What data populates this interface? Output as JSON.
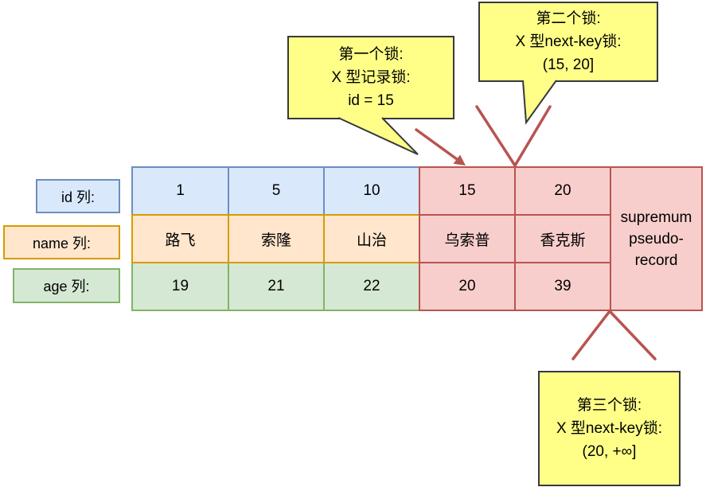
{
  "callouts": {
    "first": {
      "lines": [
        "第一个锁:",
        "X 型记录锁:",
        "id = 15"
      ]
    },
    "second": {
      "lines": [
        "第二个锁:",
        "X 型next-key锁:",
        "(15, 20]"
      ]
    },
    "third": {
      "lines": [
        "第三个锁:",
        "X 型next-key锁:",
        "(20, +∞]"
      ]
    }
  },
  "row_labels": {
    "id": "id 列:",
    "name": "name 列:",
    "age": "age 列:"
  },
  "table": {
    "id_row": [
      "1",
      "5",
      "10",
      "15",
      "20"
    ],
    "name_row": [
      "路飞",
      "索隆",
      "山治",
      "乌索普",
      "香克斯"
    ],
    "age_row": [
      "19",
      "21",
      "22",
      "20",
      "39"
    ],
    "supremum_lines": [
      "supremum",
      "pseudo-",
      "record"
    ]
  },
  "colors": {
    "id_fill": "#dae8fc",
    "id_stroke": "#6c8ebf",
    "name_fill": "#ffe6cc",
    "name_stroke": "#d79b00",
    "age_fill": "#d5e8d4",
    "age_stroke": "#82b366",
    "locked_fill": "#f8cecc",
    "locked_stroke": "#b85450",
    "callout_fill": "#ffff88",
    "callout_stroke": "#36393d",
    "connector": "#b85450"
  }
}
